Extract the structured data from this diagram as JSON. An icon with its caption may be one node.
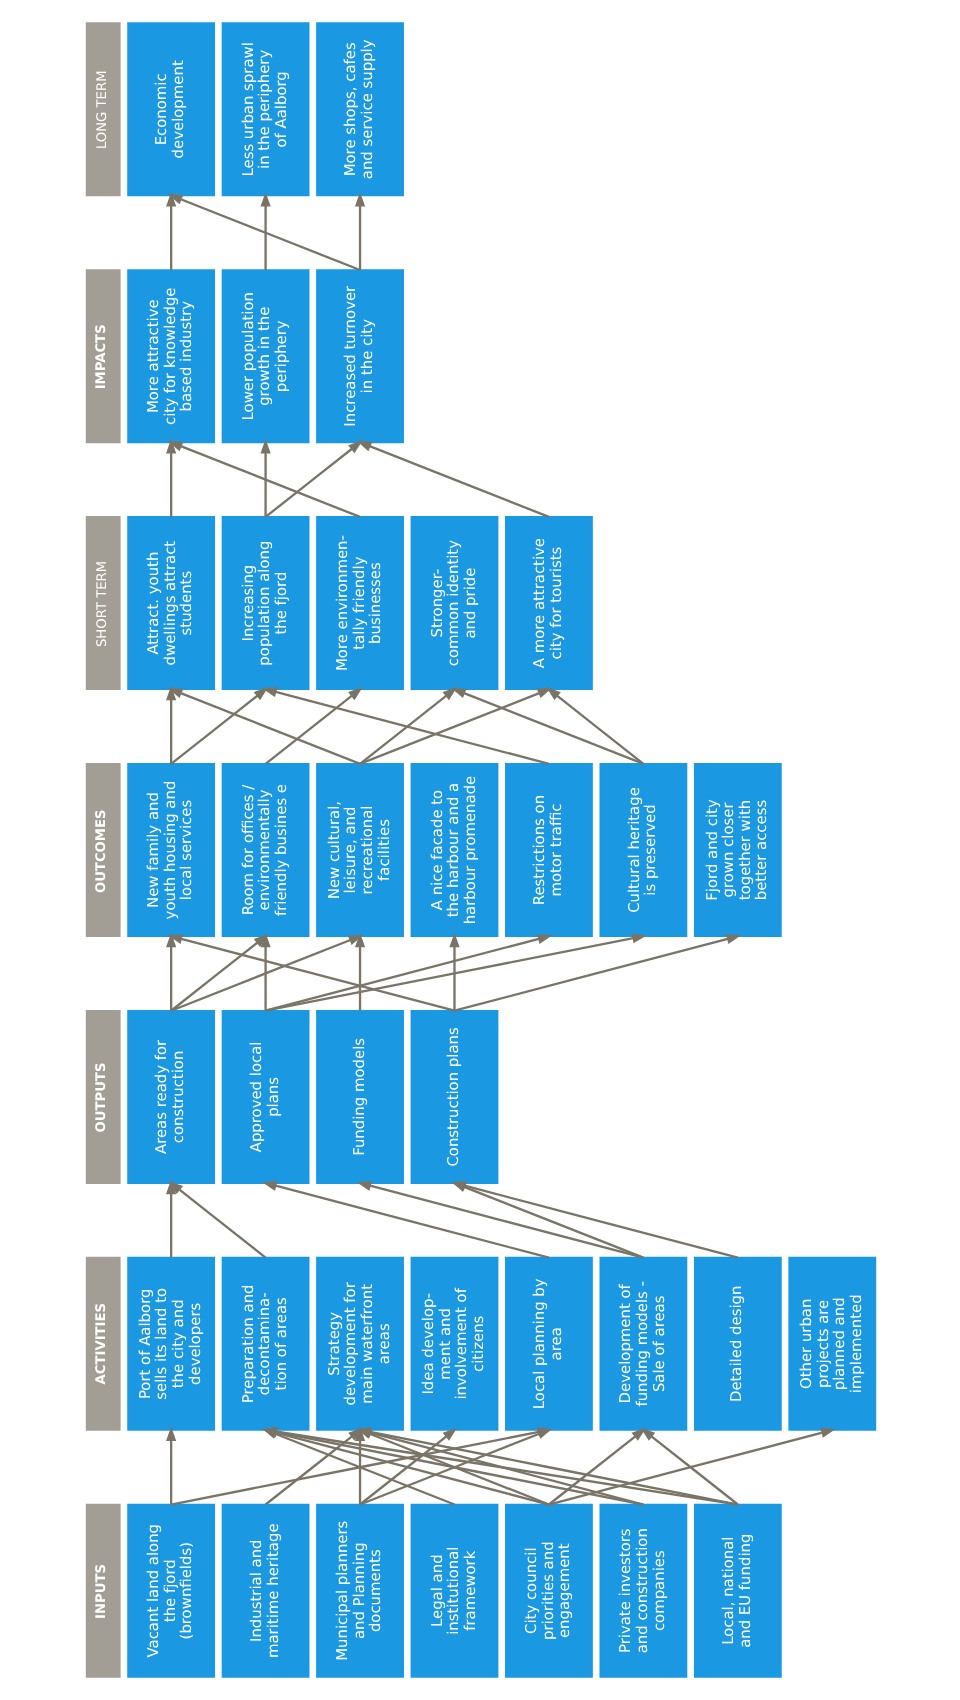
{
  "diagram": {
    "nodes": [
      {
        "text": [
          "LONG TERM"
        ]
      },
      {
        "text": [
          "Economic development"
        ]
      },
      {
        "text": [
          "Less urban sprawl in the periphery of Aalborg"
        ]
      },
      {
        "text": [
          "More shops, cafes and service supply"
        ]
      },
      {
        "text": [
          "IMPACTS"
        ]
      },
      {
        "text": [
          "More attractive city for knowledge based industry"
        ]
      },
      {
        "text": [
          "Lower population growth in the periphery"
        ]
      },
      {
        "text": [
          "Increased turnover in the city"
        ]
      },
      {
        "text": [
          "SHORT TERM"
        ]
      },
      {
        "text": [
          "Attract. youth dwellings attract students"
        ]
      },
      {
        "text": [
          "Increasing population along the fjord"
        ]
      },
      {
        "text": [
          "More environmen- tally friendly businesses"
        ]
      },
      {
        "text": [
          "Stronger- common identity and pride"
        ]
      },
      {
        "text": [
          "A more attractive city for tourists"
        ]
      },
      {
        "text": [
          "OUTCOMES"
        ]
      },
      {
        "text": [
          "New family and youth housing and local services"
        ]
      },
      {
        "text": [
          "Room for offices / environmentally friendly busines e"
        ]
      },
      {
        "text": [
          "New cultural, leisure, and recreational facilities"
        ]
      },
      {
        "text": [
          "A nice facade to the harbour and a harbour promenade"
        ]
      },
      {
        "text": [
          "Restrictions on motor traffic"
        ]
      },
      {
        "text": [
          "Cultural heritage is preserved"
        ]
      },
      {
        "text": [
          "Fjord and city grown closer together with better access"
        ]
      },
      {
        "text": [
          "OUTPUTS"
        ]
      },
      {
        "text": [
          "Areas ready for construction"
        ]
      },
      {
        "text": [
          "Approved local plans"
        ]
      },
      {
        "text": [
          "Funding models"
        ]
      },
      {
        "text": [
          "Construction plans"
        ]
      },
      {
        "text": [
          "ACTIVITIES"
        ]
      },
      {
        "text": [
          "Port of Aalborg sells its land to the city and developers"
        ]
      },
      {
        "text": [
          "Preparation and decontamina- tion of areas"
        ]
      },
      {
        "text": [
          "Strategy development for main waterfront areas"
        ]
      },
      {
        "text": [
          "Idea develop- ment and involvement of citizens"
        ]
      },
      {
        "text": [
          "Local planning by area"
        ]
      },
      {
        "text": [
          "Development of funding models - Sale of areas"
        ]
      },
      {
        "text": [
          "Detailed design"
        ]
      },
      {
        "text": [
          "Other urban projects are planned and implemented"
        ]
      },
      {
        "text": [
          "INPUTS"
        ]
      },
      {
        "text": [
          "Vacant land along the fjord (brownfields)"
        ]
      },
      {
        "text": [
          "Industrial and maritime heritage"
        ]
      },
      {
        "text": [
          "Municipal planners and Planning documents"
        ]
      },
      {
        "text": [
          "Legal and institutional framework"
        ]
      },
      {
        "text": [
          "City council priorities and engagement"
        ]
      },
      {
        "text": [
          "Private investors and construction companies"
        ]
      },
      {
        "text": [
          "Local, national and EU funding"
        ]
      }
    ],
    "edges": [
      {
        "from": 37,
        "to": 28,
        "arrow": "to"
      },
      {
        "from": 37,
        "to": 32,
        "arrow": "to"
      },
      {
        "from": 38,
        "to": 30,
        "arrow": "to"
      },
      {
        "from": 39,
        "to": 30,
        "arrow": "to"
      },
      {
        "from": 39,
        "to": 31,
        "arrow": "to"
      },
      {
        "from": 39,
        "to": 32,
        "arrow": "to"
      },
      {
        "from": 40,
        "to": 29,
        "arrow": "to"
      },
      {
        "from": 41,
        "to": 29,
        "arrow": "to"
      },
      {
        "from": 41,
        "to": 30,
        "arrow": "to"
      },
      {
        "from": 41,
        "to": 33,
        "arrow": "to"
      },
      {
        "from": 41,
        "to": 35,
        "arrow": "to"
      },
      {
        "from": 42,
        "to": 29,
        "arrow": "to"
      },
      {
        "from": 42,
        "to": 30,
        "arrow": "to"
      },
      {
        "from": 43,
        "to": 29,
        "arrow": "to"
      },
      {
        "from": 43,
        "to": 30,
        "arrow": "to"
      },
      {
        "from": 43,
        "to": 33,
        "arrow": "to"
      },
      {
        "from": 28,
        "to": 23,
        "arrow": "to"
      },
      {
        "from": 29,
        "to": 23,
        "arrow": "to"
      },
      {
        "from": 32,
        "to": 24,
        "arrow": "to"
      },
      {
        "from": 33,
        "to": 25,
        "arrow": "to"
      },
      {
        "from": 33,
        "to": 26,
        "arrow": "to"
      },
      {
        "from": 34,
        "to": 26,
        "arrow": "to"
      },
      {
        "from": 23,
        "to": 15,
        "arrow": "to"
      },
      {
        "from": 23,
        "to": 16,
        "arrow": "to"
      },
      {
        "from": 23,
        "to": 17,
        "arrow": "to"
      },
      {
        "from": 24,
        "to": 16,
        "arrow": "to"
      },
      {
        "from": 24,
        "to": 19,
        "arrow": "to"
      },
      {
        "from": 24,
        "to": 20,
        "arrow": "to"
      },
      {
        "from": 25,
        "to": 17,
        "arrow": "to"
      },
      {
        "from": 26,
        "to": 15,
        "arrow": "to"
      },
      {
        "from": 26,
        "to": 18,
        "arrow": "to"
      },
      {
        "from": 26,
        "to": 21,
        "arrow": "to"
      },
      {
        "from": 15,
        "to": 9,
        "arrow": "to"
      },
      {
        "from": 15,
        "to": 10,
        "arrow": "to"
      },
      {
        "from": 16,
        "to": 11,
        "arrow": "to"
      },
      {
        "from": 17,
        "to": 9,
        "arrow": "to"
      },
      {
        "from": 17,
        "to": 12,
        "arrow": "to"
      },
      {
        "from": 17,
        "to": 13,
        "arrow": "to"
      },
      {
        "from": 19,
        "to": 10,
        "arrow": "to"
      },
      {
        "from": 20,
        "to": 12,
        "arrow": "to"
      },
      {
        "from": 20,
        "to": 13,
        "arrow": "to"
      },
      {
        "from": 9,
        "to": 5,
        "arrow": "to"
      },
      {
        "from": 10,
        "to": 6,
        "arrow": "to"
      },
      {
        "from": 10,
        "to": 7,
        "arrow": "to"
      },
      {
        "from": 11,
        "to": 5,
        "arrow": "to"
      },
      {
        "from": 13,
        "to": 7,
        "arrow": "to"
      },
      {
        "from": 5,
        "to": 1,
        "arrow": "to"
      },
      {
        "from": 6,
        "to": 2,
        "arrow": "to"
      },
      {
        "from": 7,
        "to": 3,
        "arrow": "to"
      },
      {
        "from": 7,
        "to": 1,
        "arrow": "to"
      }
    ]
  }
}
